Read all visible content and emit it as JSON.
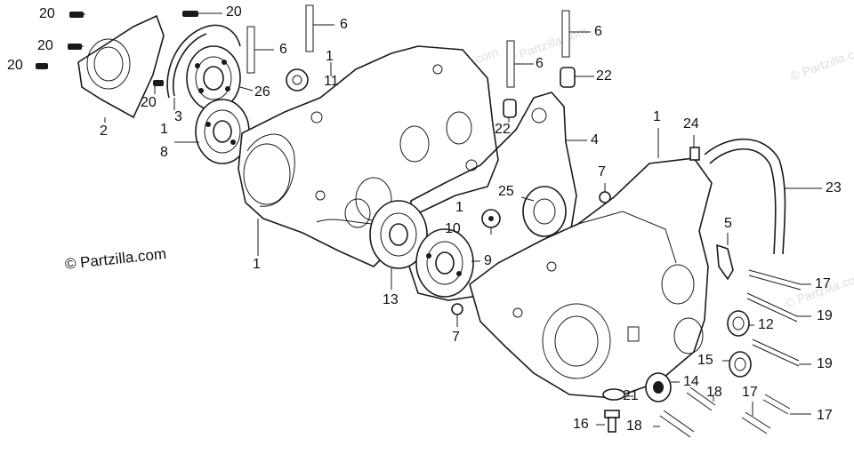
{
  "copyright": "© Partzilla.com",
  "watermark": "© Partzilla.com",
  "callouts": {
    "c20a": "20",
    "c20b": "20",
    "c20c": "20",
    "c20d": "20",
    "c20e": "20",
    "c2": "2",
    "c3": "3",
    "c26": "26",
    "c1a": "1",
    "c8": "8",
    "c6a": "6",
    "c6b": "6",
    "c6c": "6",
    "c6d": "6",
    "c1b": "1",
    "c11": "11",
    "c22a": "22",
    "c22b": "22",
    "c4": "4",
    "c7a": "7",
    "c25": "25",
    "c1c": "1",
    "c10": "10",
    "c9": "9",
    "c13": "13",
    "c1d": "1",
    "c7b": "7",
    "c1e": "1",
    "c24": "24",
    "c23": "23",
    "c5": "5",
    "c17a": "17",
    "c19a": "19",
    "c12": "12",
    "c19b": "19",
    "c15": "15",
    "c14": "14",
    "c21": "21",
    "c18a": "18",
    "c17b": "17",
    "c17c": "17",
    "c16": "16",
    "c18b": "18"
  }
}
